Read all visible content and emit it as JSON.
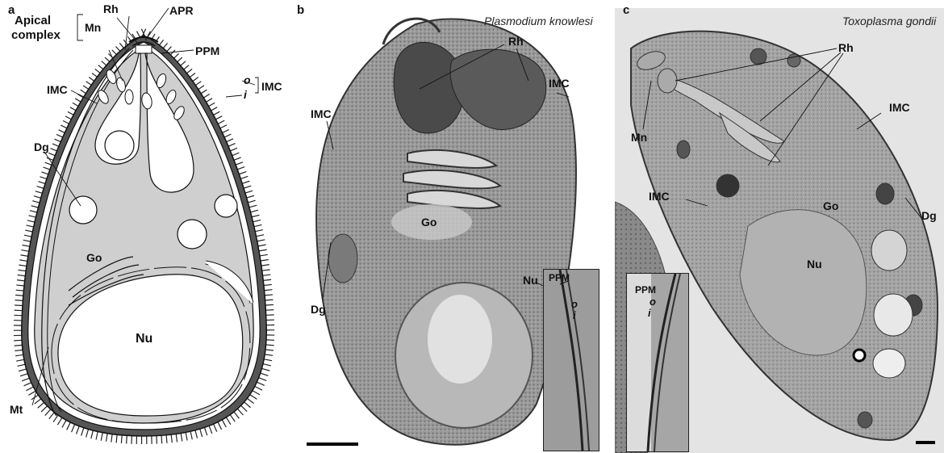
{
  "panel_a": {
    "letter": "a",
    "labels": {
      "apical_line1": "Apical",
      "apical_line2": "complex",
      "rh": "Rh",
      "apr": "APR",
      "mn": "Mn",
      "ppm": "PPM",
      "imc_left": "IMC",
      "o": "o",
      "i": "i",
      "imc_right": "IMC",
      "dg": "Dg",
      "go": "Go",
      "nu": "Nu",
      "mt": "Mt"
    }
  },
  "panel_b": {
    "letter": "b",
    "species": "Plasmodium knowlesi",
    "labels": {
      "rh": "Rh",
      "imc_right": "IMC",
      "imc_left": "IMC",
      "go": "Go",
      "nu": "Nu",
      "dg": "Dg",
      "inset_ppm": "PPM",
      "inset_o": "o",
      "inset_i": "i"
    }
  },
  "panel_c": {
    "letter": "c",
    "species": "Toxoplasma gondii",
    "labels": {
      "rh": "Rh",
      "mn": "Mn",
      "imc_top": "IMC",
      "imc_left": "IMC",
      "go": "Go",
      "dg": "Dg",
      "nu": "Nu",
      "inset_ppm": "PPM",
      "inset_o": "o",
      "inset_i": "i"
    }
  }
}
